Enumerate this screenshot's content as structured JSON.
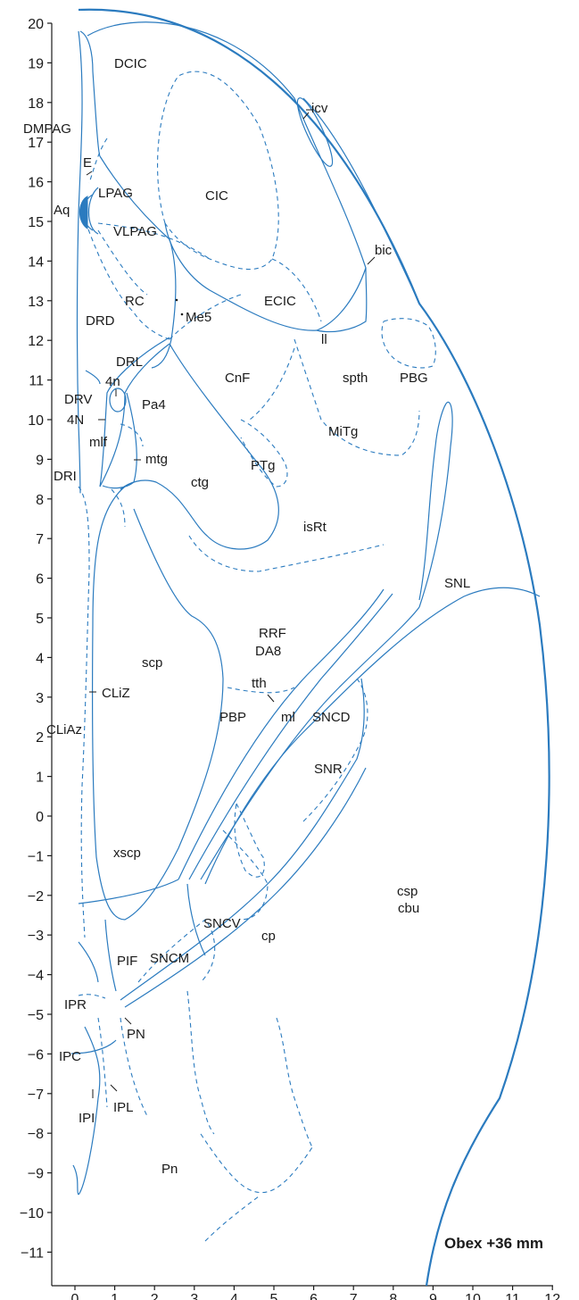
{
  "caption": "Obex  +36 mm",
  "accent_color": "#2b7bbf",
  "axis": {
    "y_ticks": [
      "20",
      "19",
      "18",
      "17",
      "16",
      "15",
      "14",
      "13",
      "12",
      "11",
      "10",
      "9",
      "8",
      "7",
      "6",
      "5",
      "4",
      "3",
      "2",
      "1",
      "0",
      "−1",
      "−2",
      "−3",
      "−4",
      "−5",
      "−6",
      "−7",
      "−8",
      "−9",
      "−10",
      "−11"
    ],
    "x_ticks": [
      "0",
      "1",
      "2",
      "3",
      "4",
      "5",
      "6",
      "7",
      "8",
      "9",
      "10",
      "11",
      "12"
    ]
  },
  "regions": {
    "dcic": "DCIC",
    "dmpag": "DMPAG",
    "e": "E",
    "lpag": "LPAG",
    "aq": "Aq",
    "vlpag": "VLPAG",
    "cic": "CIC",
    "icv": "icv",
    "bic": "bic",
    "rc": "RC",
    "me5": "Me5",
    "ecic": "ECIC",
    "drd": "DRD",
    "ll": "ll",
    "drl": "DRL",
    "cnf": "CnF",
    "spth": "spth",
    "pbg": "PBG",
    "n4n": "4n",
    "drv": "DRV",
    "pa4": "Pa4",
    "n4N": "4N",
    "mitg": "MiTg",
    "mlf": "mlf",
    "mtg": "mtg",
    "ptg": "PTg",
    "dri": "DRI",
    "ctg": "ctg",
    "isrt": "isRt",
    "snl": "SNL",
    "rrf": "RRF",
    "da8": "DA8",
    "scp": "scp",
    "tth": "tth",
    "cliz": "CLiZ",
    "pbp": "PBP",
    "ml": "ml",
    "sncd": "SNCD",
    "cliaz": "CLiAz",
    "snr": "SNR",
    "xscp": "xscp",
    "csp": "csp",
    "cbu": "cbu",
    "sncv": "SNCV",
    "cp": "cp",
    "pif": "PIF",
    "sncm": "SNCM",
    "ipr": "IPR",
    "pn_upper": "PN",
    "ipc": "IPC",
    "ipl": "IPL",
    "ipi": "IPI",
    "pn": "Pn"
  }
}
